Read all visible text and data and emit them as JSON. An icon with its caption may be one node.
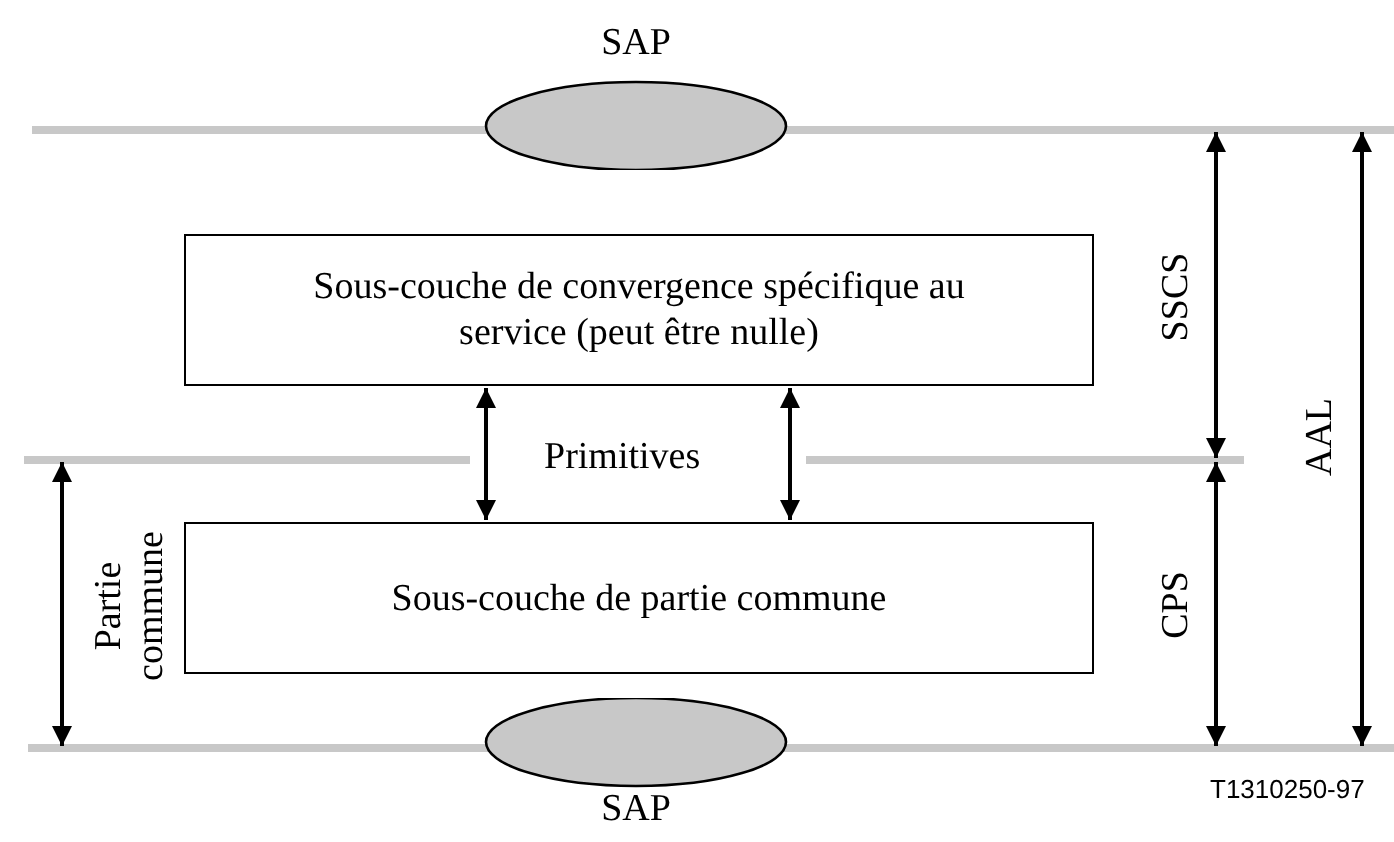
{
  "diagram": {
    "nodes": [
      {
        "text": [
          "SAP"
        ]
      },
      {
        "text": [
          "Sous-couche de convergence spécifique au service (peut être nulle)"
        ]
      },
      {
        "text": [
          "Sous-couche de partie commune"
        ]
      },
      {
        "text": [
          "SAP"
        ]
      }
    ],
    "edges": [
      {
        "from": 1,
        "to": 2,
        "arrow": "both"
      },
      {
        "from": 1,
        "to": 2,
        "arrow": "both"
      }
    ],
    "labels": [
      "SSCS",
      "AAL",
      "Primitives",
      "Partie commune",
      "CPS",
      "T1310250-97"
    ]
  }
}
